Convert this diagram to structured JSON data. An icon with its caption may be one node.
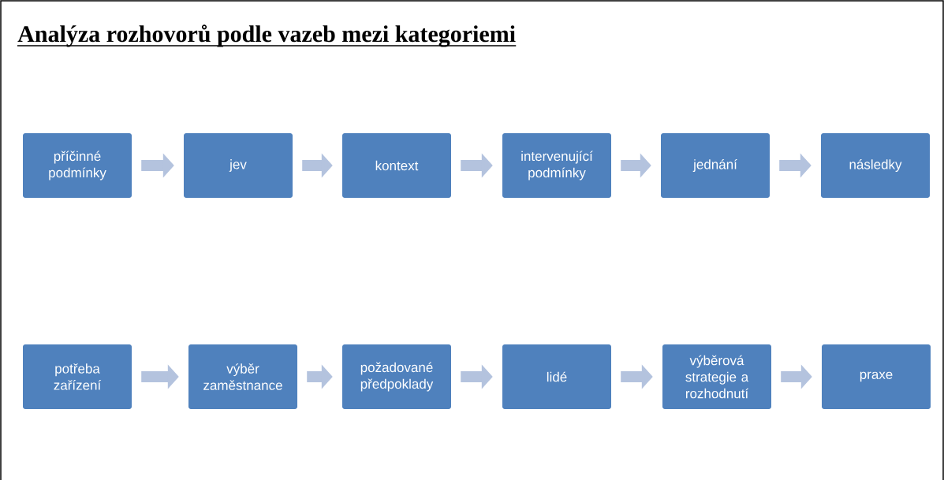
{
  "diagram": {
    "title": "Analýza rozhovorů podle vazeb mezi kategoriemi",
    "nodes": [
      {
        "text": [
          "příčinné podmínky"
        ]
      },
      {
        "text": [
          "jev"
        ]
      },
      {
        "text": [
          "kontext"
        ]
      },
      {
        "text": [
          "intervenující podmínky"
        ]
      },
      {
        "text": [
          "jednání"
        ]
      },
      {
        "text": [
          "následky"
        ]
      },
      {
        "text": [
          "potřeba zařízení"
        ]
      },
      {
        "text": [
          "výběr zaměstnance"
        ]
      },
      {
        "text": [
          "požadované předpoklady"
        ]
      },
      {
        "text": [
          "lidé"
        ]
      },
      {
        "text": [
          "výběrová strategie a rozhodnutí"
        ]
      },
      {
        "text": [
          "praxe"
        ]
      }
    ],
    "edges": [
      {
        "from": 0,
        "to": 1,
        "arrow": "to"
      },
      {
        "from": 1,
        "to": 2,
        "arrow": "to"
      },
      {
        "from": 2,
        "to": 3,
        "arrow": "to"
      },
      {
        "from": 3,
        "to": 4,
        "arrow": "to"
      },
      {
        "from": 4,
        "to": 5,
        "arrow": "to"
      },
      {
        "from": 6,
        "to": 7,
        "arrow": "to"
      },
      {
        "from": 7,
        "to": 8,
        "arrow": "to"
      },
      {
        "from": 8,
        "to": 9,
        "arrow": "to"
      },
      {
        "from": 9,
        "to": 10,
        "arrow": "to"
      },
      {
        "from": 10,
        "to": 11,
        "arrow": "to"
      }
    ]
  }
}
